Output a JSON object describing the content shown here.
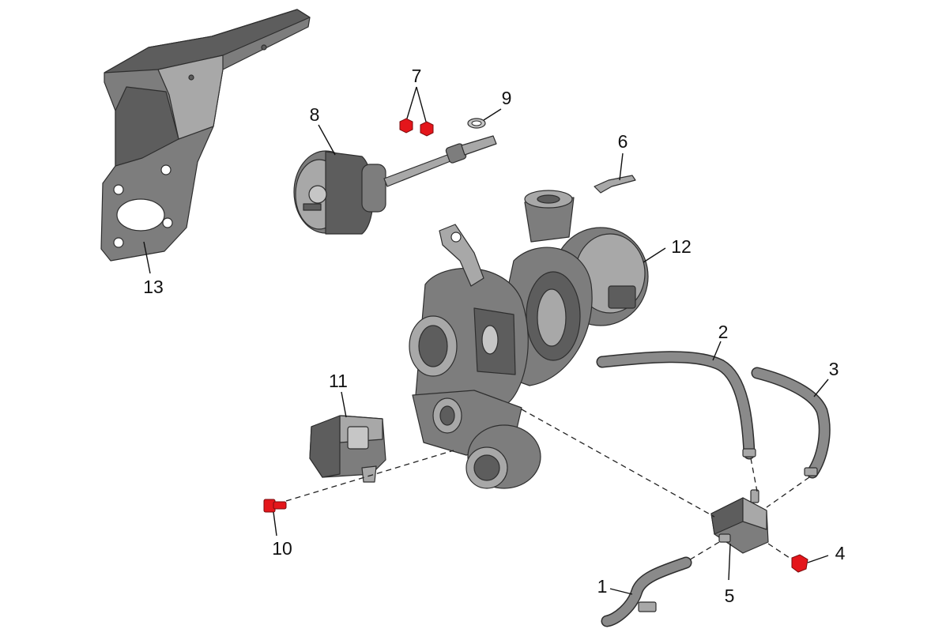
{
  "callouts": {
    "c1": "1",
    "c2": "2",
    "c3": "3",
    "c4": "4",
    "c5": "5",
    "c6": "6",
    "c7": "7",
    "c8": "8",
    "c9": "9",
    "c10": "10",
    "c11": "11",
    "c12": "12",
    "c13": "13"
  },
  "colors": {
    "fastener_highlight": "#e4161b",
    "part_body": "#7d7d7d",
    "part_shade": "#5d5d5d",
    "background": "#ffffff"
  },
  "parts": {
    "heat_shield": "part-13",
    "wastegate_actuator": "part-8",
    "nuts": "part-7",
    "washer": "part-9",
    "bracket": "part-6",
    "turbocharger": "part-12",
    "vacuum_hose_a": "part-2",
    "vacuum_hose_b": "part-3",
    "bolt_small": "part-4",
    "solenoid_valve": "part-5",
    "hose_lower": "part-1",
    "bolt_long": "part-10",
    "electric_actuator": "part-11"
  }
}
